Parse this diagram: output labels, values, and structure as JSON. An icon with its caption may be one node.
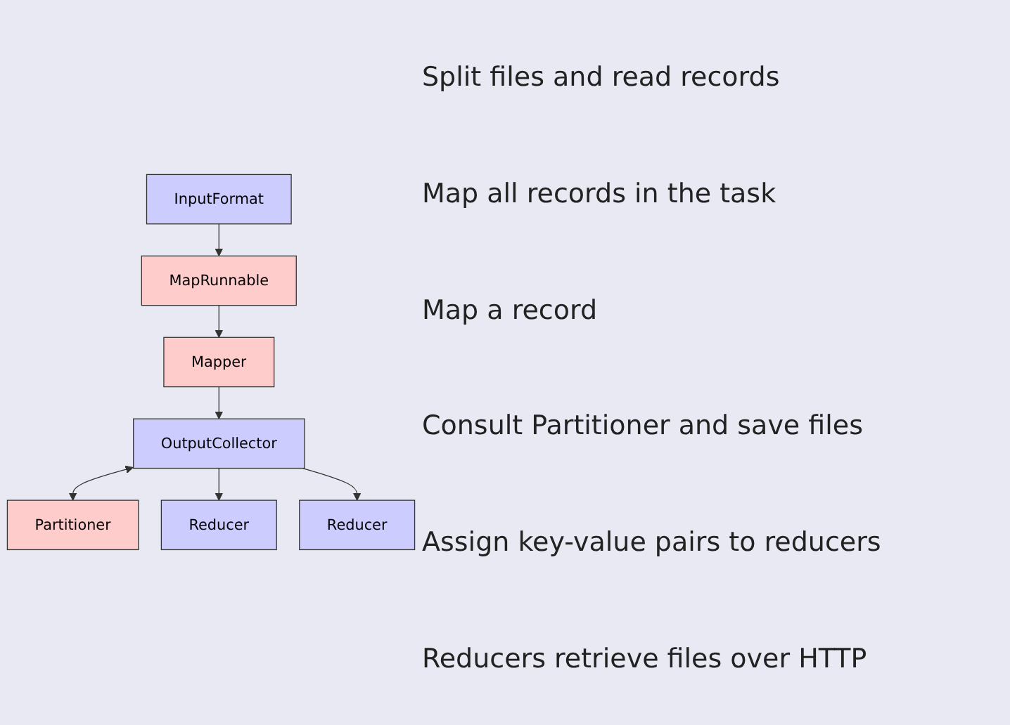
{
  "diagram": {
    "nodes": [
      {
        "text": [
          "InputFormat"
        ]
      },
      {
        "text": [
          "MapRunnable"
        ]
      },
      {
        "text": [
          "Mapper"
        ]
      },
      {
        "text": [
          "OutputCollector"
        ]
      },
      {
        "text": [
          "Partitioner"
        ]
      },
      {
        "text": [
          "Reducer"
        ]
      },
      {
        "text": [
          "Reducer"
        ]
      }
    ],
    "edges": [
      {
        "from": 0,
        "to": 1,
        "arrow": "to"
      },
      {
        "from": 1,
        "to": 2,
        "arrow": "to"
      },
      {
        "from": 2,
        "to": 3,
        "arrow": "to"
      },
      {
        "from": 3,
        "to": 4,
        "arrow": "both"
      },
      {
        "from": 3,
        "to": 5,
        "arrow": "to"
      },
      {
        "from": 3,
        "to": 6,
        "arrow": "to"
      }
    ],
    "labels": [
      "Split files and read records",
      "Map all records in the task",
      "Map a record",
      "Consult Partitioner and save files",
      "Assign key-value pairs to reducers",
      "Reducers retrieve files over HTTP"
    ]
  }
}
